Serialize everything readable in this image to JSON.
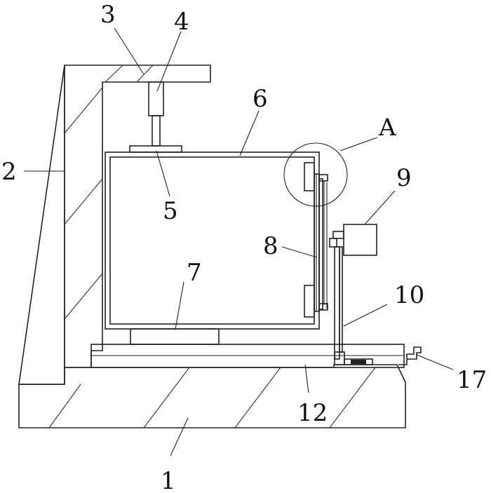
{
  "labels": {
    "l1": "1",
    "l2": "2",
    "l3": "3",
    "l4": "4",
    "l5": "5",
    "l6": "6",
    "l7": "7",
    "l8": "8",
    "l9": "9",
    "l10": "10",
    "l12": "12",
    "l17": "17",
    "lA": "A"
  }
}
